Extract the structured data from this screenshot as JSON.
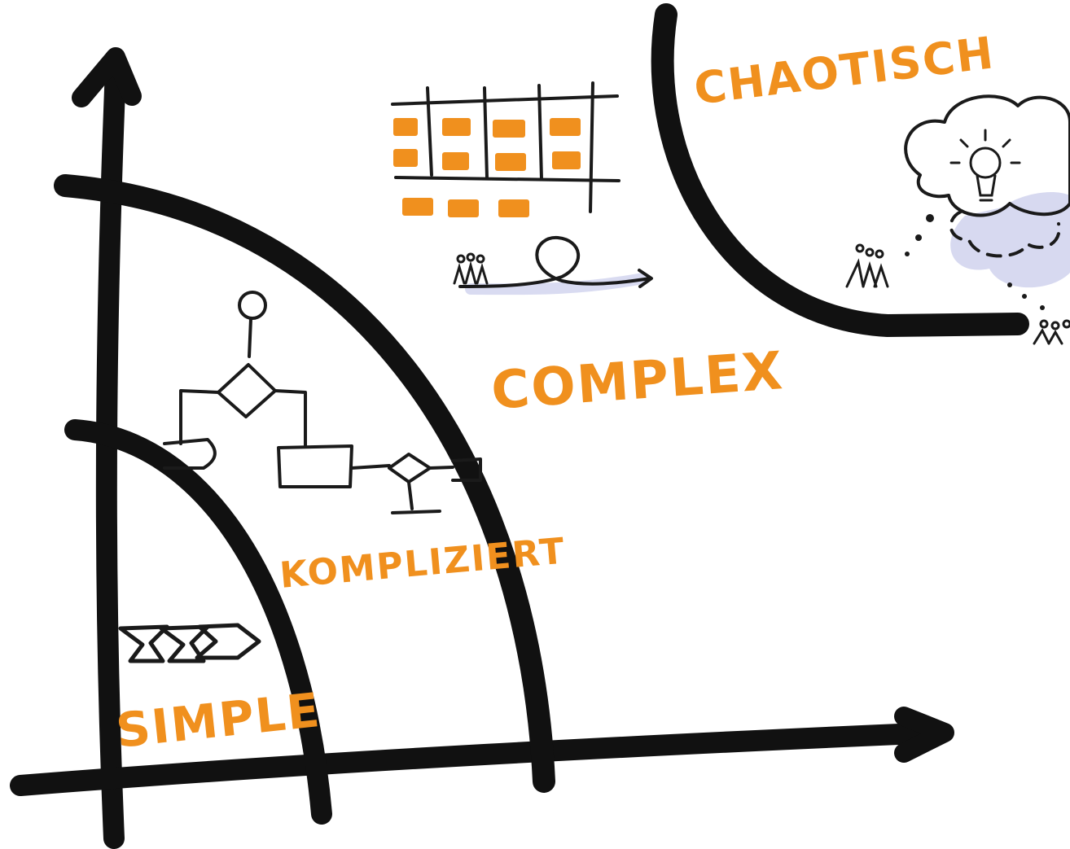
{
  "diagram": {
    "labels": {
      "simple": "SIMPLE",
      "kompliziert": "KOMPLIZIERT",
      "complex": "COMPLEX",
      "chaotisch": "CHAOTISCH"
    },
    "colors": {
      "ink": "#111111",
      "accent": "#F0901E",
      "shadow": "#C9CCEB",
      "outline": "#1a1a1a"
    },
    "icons": [
      "process-chevrons-icon",
      "flowchart-icon",
      "kanban-board-icon",
      "people-group-icon",
      "loop-arrow-icon",
      "thought-cloud-icon",
      "lightbulb-icon"
    ]
  }
}
